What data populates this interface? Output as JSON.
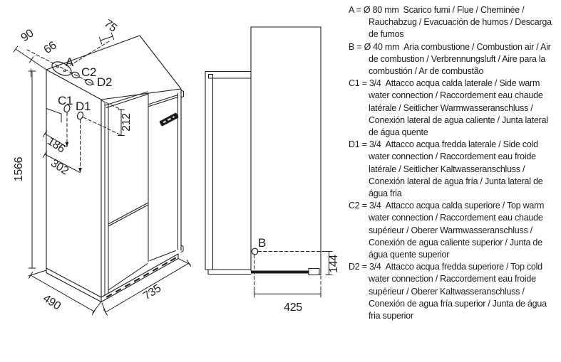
{
  "drawing": {
    "front_view": {
      "labels": {
        "a": "A",
        "c2": "C2",
        "d2": "D2",
        "c1": "C1",
        "d1": "D1"
      },
      "dims": {
        "d90": "90",
        "d66": "66",
        "d75": "75",
        "d212": "212",
        "d186": "186",
        "d302": "302",
        "d1566": "1566",
        "d490": "490",
        "d735": "735"
      }
    },
    "side_view": {
      "labels": {
        "b": "B"
      },
      "dims": {
        "d144": "144",
        "d425": "425"
      }
    }
  },
  "legend": {
    "items": [
      {
        "label": "A = Ø 80 mm",
        "desc": "Scarico fumi / Flue / Cheminée / Rauchabzug / Evacuación de humos / Descarga de fumos"
      },
      {
        "label": "B = Ø 40 mm",
        "desc": "Aria combustione / Combustion air / Air de combustion / Verbrennungsluft / Aire para la combustión / Ar de combustão"
      },
      {
        "label": "C1 = 3/4",
        "desc": "Attacco acqua calda laterale / Side warm water connection / Raccordement eau chaude latérale / Seitlicher Warmwasseranschluss / Conexión lateral de agua caliente / Junta lateral de água quente"
      },
      {
        "label": "D1 = 3/4",
        "desc": "Attacco acqua fredda laterale / Side cold water connection / Raccordement eau froide latérale / Seitlicher Kaltwasseranschluss / Conexión lateral de agua fría / Junta lateral de água fria"
      },
      {
        "label": "C2 = 3/4",
        "desc": "Attacco acqua calda superiore / Top warm water connection / Raccordement eau chaude supérieur / Oberer Warmwasseranschluss / Conexión de agua caliente superior / Junta de água quente superior"
      },
      {
        "label": "D2 = 3/4",
        "desc": "Attacco acqua fredda superiore / Top cold water connection / Raccordement eau froide supérieur / Oberer Kaltwasseranschluss / Conexión de agua fría superior / Junta de água fria superior"
      }
    ]
  },
  "colors": {
    "line": "#1c1c1c",
    "text": "#1c1c1c",
    "background": "#ffffff"
  }
}
